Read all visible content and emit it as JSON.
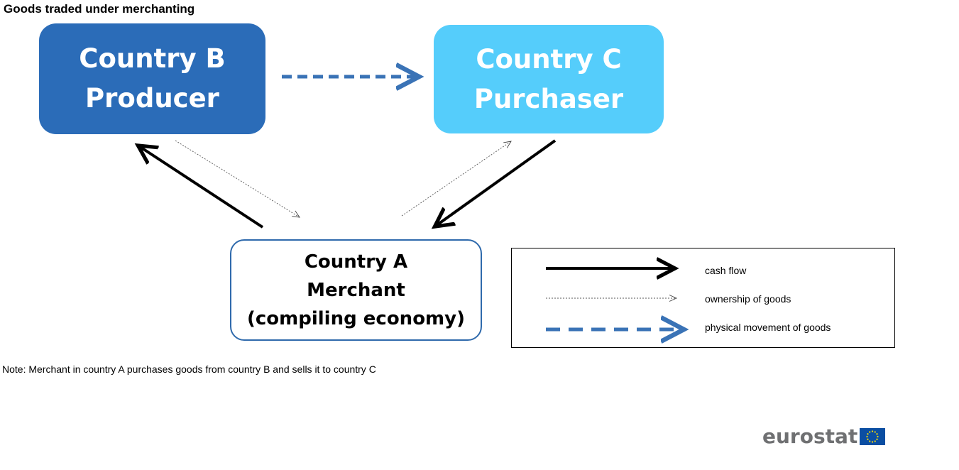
{
  "title": "Goods traded under merchanting",
  "boxes": {
    "country_b": {
      "line1": "Country B",
      "line2": "Producer",
      "color": "#2b6cb8"
    },
    "country_c": {
      "line1": "Country C",
      "line2": "Purchaser",
      "color": "#55cdfb"
    },
    "country_a": {
      "line1": "Country A",
      "line2": "Merchant",
      "line3": "(compiling economy)",
      "border_color": "#2f6aac"
    }
  },
  "legend": {
    "items": [
      {
        "label": "cash flow",
        "style": "solid-black-thick"
      },
      {
        "label": "ownership of goods",
        "style": "dotted-black-thin"
      },
      {
        "label": "physical movement of goods",
        "style": "dashed-blue-thick"
      }
    ]
  },
  "note": "Note: Merchant in country A purchases goods from country B and sells it to country C",
  "logo": {
    "text": "eurostat",
    "text_color": "#6f7072",
    "flag_color": "#0b4ea2",
    "star_color": "#ffdd00"
  },
  "colors": {
    "physical_arrow": "#3a73b6",
    "cash_arrow": "#000000",
    "ownership_arrow": "#555555"
  }
}
